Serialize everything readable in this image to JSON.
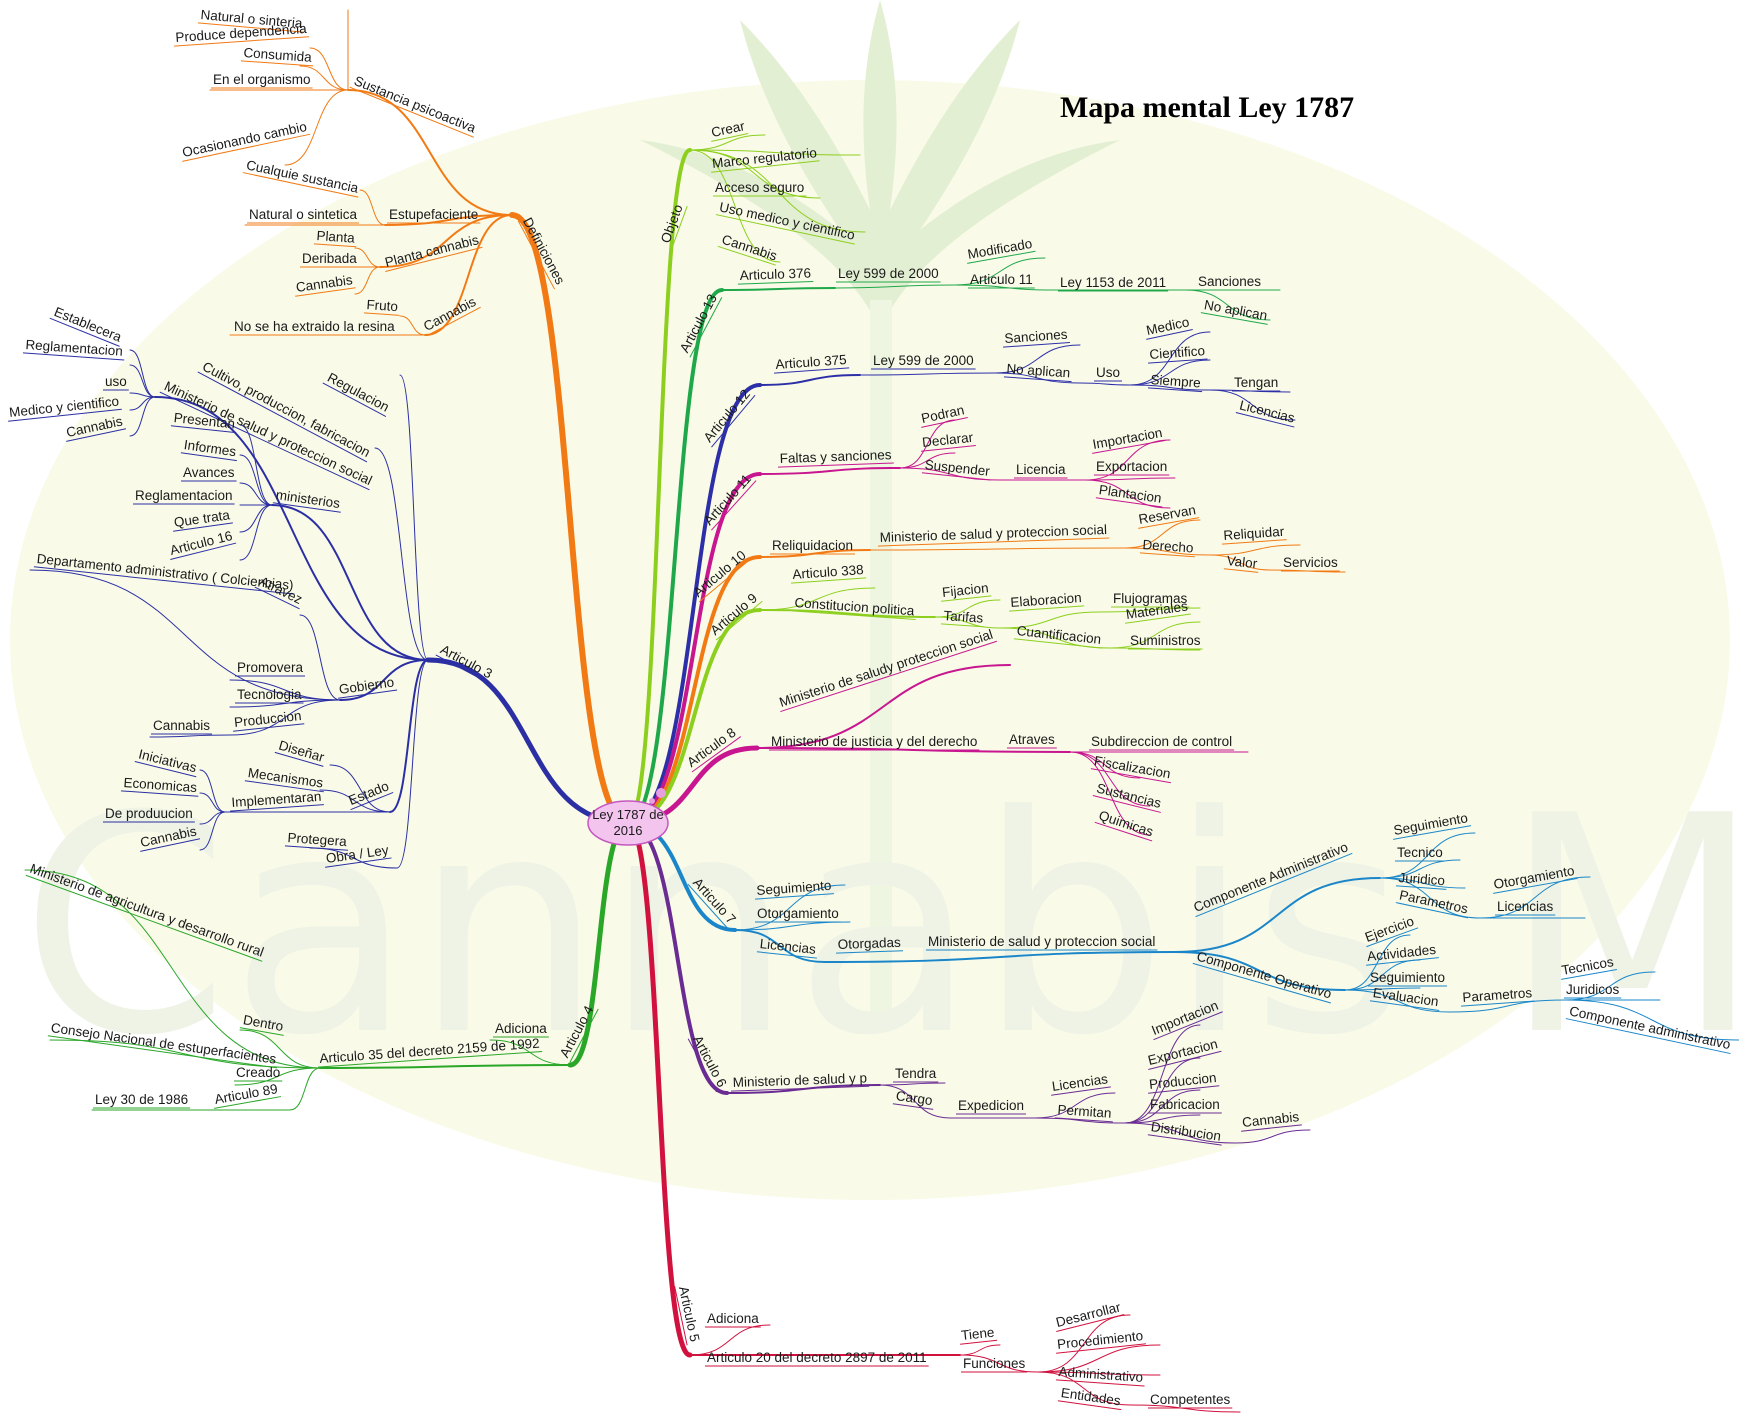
{
  "title": "Mapa mental Ley 1787",
  "watermark_text": "Cannabis Med",
  "colors": {
    "definiciones": "#f27a14",
    "articulo3": "#2b2fa3",
    "articulo4": "#2aa628",
    "articulo5": "#d1123f",
    "objeto": "#8dcf1e",
    "articulo13": "#1fa84a",
    "articulo12": "#2d2fa8",
    "articulo11": "#c7168f",
    "articulo10": "#f27a14",
    "articulo9": "#8dcf1e",
    "articulo8": "#c7168f",
    "articulo7": "#1a86c9",
    "articulo6": "#6a2c93",
    "center_fill": "#f2c4ee",
    "center_stroke": "#c458bf",
    "watermark_green": "#dfeccd",
    "watermark_yellow": "#f3f5b8"
  },
  "center": {
    "line1": "Ley 1787 de",
    "line2": "2016"
  },
  "nodes": {
    "definiciones": "Definiciones",
    "sustancia_psicoactiva": "Sustancia psicoactiva",
    "natural_o_sinteria": "Natural o sinteria",
    "produce_dependencia": "Produce dependencia",
    "consumida": "Consumida",
    "en_el_organismo": "En el organismo",
    "ocasionando_cambio": "Ocasionando cambio",
    "estupefaciente": "Estupefaciente",
    "cualquie_sustancia": "Cualquie sustancia",
    "natural_o_sintetica": "Natural o sintetica",
    "planta_cannabis": "Planta cannabis",
    "planta": "Planta",
    "deribada": "Deribada",
    "cannabis_pc": "Cannabis",
    "cannabis_def": "Cannabis",
    "fruto": "Fruto",
    "no_extraido": "No se ha extraido la resina",
    "articulo3": "Articulo 3",
    "ministerio_salud_a3": "Ministerio de salud y proteccion social",
    "establecera": "Establecera",
    "reglamentacion_a3": "Reglamentacion",
    "uso_a3": "uso",
    "medico_y_cientifico": "Medico y cientifico",
    "cannabis_a3": "Cannabis",
    "cultivo": "Cultivo, produccion, fabricacion",
    "regulacion": "Regulacion",
    "ministerios": "ministerios",
    "presentan": "Presentan",
    "informes": "Informes",
    "avances": "Avances",
    "reglamentacion_m": "Reglamentacion",
    "que_trata": "Que trata",
    "articulo16": "Articulo 16",
    "gobierno": "Gobierno",
    "departamento": "Departamento administrativo ( Colciencias)",
    "atravez": "Atravez",
    "promovera": "Promovera",
    "tecnologia": "Tecnologia",
    "produccion_g": "Produccion",
    "cannabis_g": "Cannabis",
    "estado": "Estado",
    "disenar": "Diseñar",
    "mecanismos": "Mecanismos",
    "implementaran": "Implementaran",
    "iniciativas": "Iniciativas",
    "economicas": "Economicas",
    "de_produucion": "De produucion",
    "cannabis_e": "Cannabis",
    "obra_ley": "Obra / Ley",
    "protegera": "Protegera",
    "articulo4": "Articulo 4",
    "adiciona_a4": "Adiciona",
    "articulo35": "Articulo 35 del decreto 2159 de 1992",
    "ministerio_agricultura": "Ministerio de agricultura y desarrollo rural",
    "dentro": "Dentro",
    "consejo_nacional": "Consejo Nacional de estuperfacientes",
    "creado": "Creado",
    "articulo89": "Articulo 89",
    "ley30": "Ley 30 de 1986",
    "articulo5": "Articulo 5",
    "adiciona_a5": "Adiciona",
    "articulo20": "Articulo 20 del decreto 2897 de 2011",
    "tiene": "Tiene",
    "funciones": "Funciones",
    "desarrollar": "Desarrollar",
    "procedimiento": "Procedimiento",
    "administrativo_a5": "Administrativo",
    "entidades": "Entidades",
    "competentes": "Competentes",
    "objeto": "Objeto",
    "crear": "Crear",
    "marco_regulatorio": "Marco regulatorio",
    "acceso_seguro": "Acceso seguro",
    "uso_medico": "Uso medico y cientifico",
    "cannabis_obj": "Cannabis",
    "articulo13": "Articulo 13",
    "articulo376": "Articulo 376",
    "ley599_13": "Ley 599 de 2000",
    "modificado": "Modificado",
    "articulo11_13": "Articulo 11",
    "ley1153": "Ley 1153 de 2011",
    "sanciones_13": "Sanciones",
    "no_aplican_13": "No aplican",
    "articulo12": "Articulo 12",
    "articulo375": "Articulo 375",
    "ley599_12": "Ley 599 de 2000",
    "sanciones_12": "Sanciones",
    "no_aplican_12": "No aplican",
    "uso_12": "Uso",
    "medico_12": "Medico",
    "cientifico_12": "Cientifico",
    "siempre": "Siempre",
    "tengan": "Tengan",
    "licencias_12": "Licencias",
    "articulo11": "Articulo 11",
    "faltas": "Faltas y sanciones",
    "podran": "Podran",
    "declarar": "Declarar",
    "suspender": "Suspender",
    "licencia_11": "Licencia",
    "importacion_11": "Importacion",
    "exportacion_11": "Exportacion",
    "plantacion": "Plantacion",
    "articulo10": "Articulo 10",
    "reliquidacion": "Reliquidacion",
    "ministerio_salud_10": "Ministerio de salud y proteccion social",
    "reservan": "Reservan",
    "derecho": "Derecho",
    "reliquidar": "Reliquidar",
    "valor": "Valor",
    "servicios": "Servicios",
    "articulo9": "Articulo 9",
    "articulo338": "Articulo 338",
    "constitucion": "Constitucion politica",
    "fijacion": "Fijacion",
    "tarifas": "Tarifas",
    "elaboracion": "Elaboracion",
    "flujogramas": "Flujogramas",
    "cuantificacion": "Cuantificacion",
    "materiales": "Materiales",
    "suministros": "Suministros",
    "articulo8": "Articulo 8",
    "ministerio_saludy": "Ministerio de saludy proteccion social",
    "ministerio_justicia": "Ministerio de justicia y del derecho",
    "atraves": "Atraves",
    "subdireccion": "Subdireccion de control",
    "fiscalizacion": "Fiscalizacion",
    "sustancias": "Sustancias",
    "quimicas": "Quimicas",
    "articulo7": "Articulo 7",
    "seguimiento_7": "Seguimiento",
    "otorgamiento_7": "Otorgamiento",
    "licencias_7": "Licencias",
    "otorgadas": "Otorgadas",
    "ministerio_salud_7": "Ministerio de salud y proteccion social",
    "comp_admin": "Componente Administrativo",
    "seguimiento_ca": "Seguimiento",
    "tecnico": "Tecnico",
    "juridico": "Juridico",
    "parametros_ca": "Parametros",
    "otorgamiento_ca": "Otorgamiento",
    "licencias_ca": "Licencias",
    "comp_oper": "Componente Operativo",
    "ejercicio": "Ejercicio",
    "actividades": "Actividades",
    "seguimiento_co": "Seguimiento",
    "evaluacion": "Evaluacion",
    "parametros_co": "Parametros",
    "tecnicos": "Tecnicos",
    "juridicos": "Juridicos",
    "comp_admin_leaf": "Componente administrativo",
    "articulo6": "Articulo 6",
    "ministerio_salud_6": "Ministerio de salud y p",
    "tendra": "Tendra",
    "cargo": "Cargo",
    "expedicion": "Expedicion",
    "licencias_6": "Licencias",
    "permitan": "Permitan",
    "importacion_6": "Importacion",
    "exportacion_6": "Exportacion",
    "produccion_6": "Produccion",
    "fabricacion_6": "Fabricacion",
    "distribucion": "Distribucion",
    "cannabis_6": "Cannabis"
  }
}
